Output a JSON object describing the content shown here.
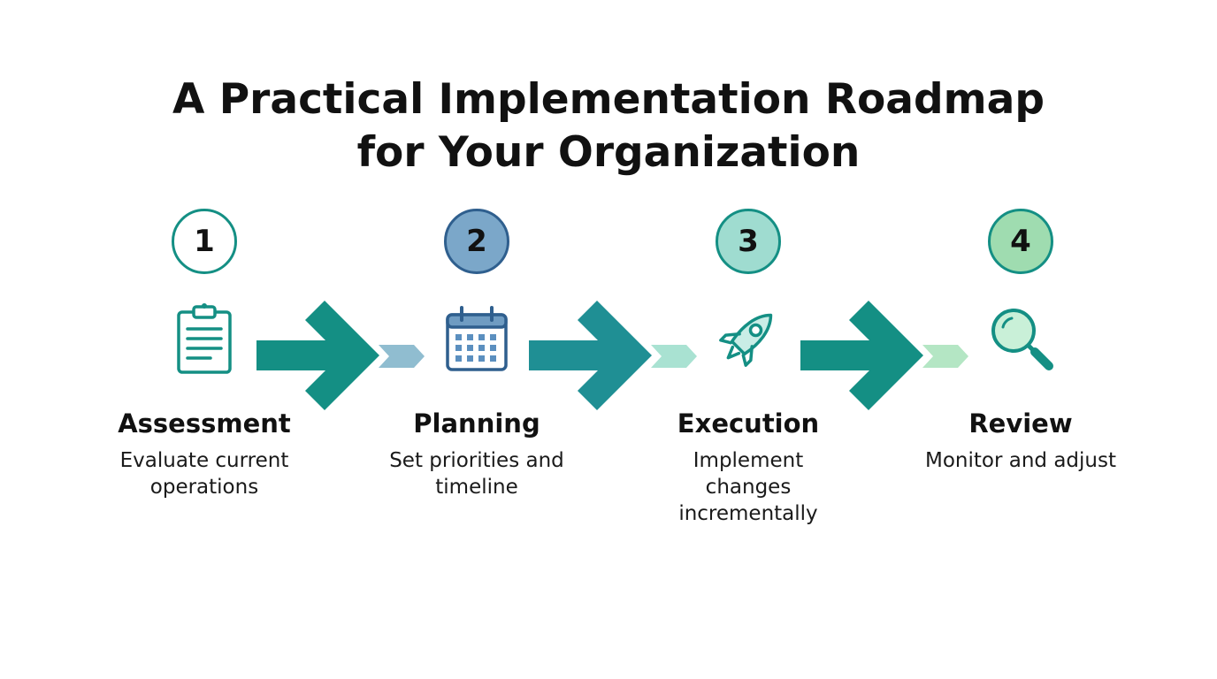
{
  "title": {
    "line1": "A Practical Implementation Roadmap",
    "line2": "for Your Organization"
  },
  "colors": {
    "teal": "#148f84",
    "blue_fill": "#7ba7c9",
    "blue_border": "#2f5f8e",
    "mint_fill": "#9fdcd0",
    "green_fill": "#9fdcb0",
    "chevron_blue": "#90bdd0",
    "chevron_mint": "#a9e2d2",
    "chevron_green": "#b4e6c4"
  },
  "steps": [
    {
      "number": "1",
      "icon": "clipboard-icon",
      "title": "Assessment",
      "description": "Evaluate current operations"
    },
    {
      "number": "2",
      "icon": "calendar-icon",
      "title": "Planning",
      "description": "Set priorities and timeline"
    },
    {
      "number": "3",
      "icon": "rocket-icon",
      "title": "Execution",
      "description": "Implement changes incrementally"
    },
    {
      "number": "4",
      "icon": "magnifier-icon",
      "title": "Review",
      "description": "Monitor and adjust"
    }
  ]
}
